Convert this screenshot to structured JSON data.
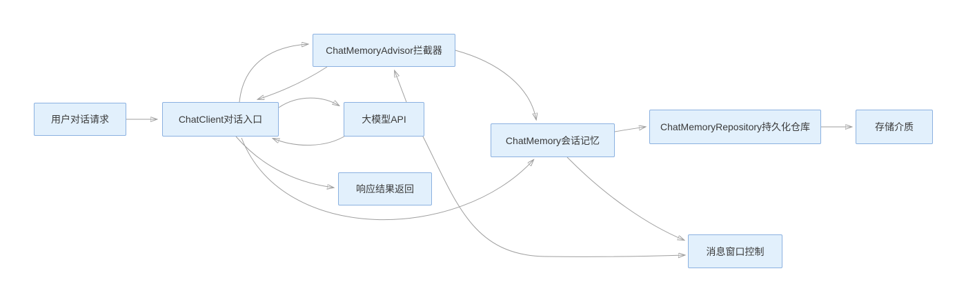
{
  "diagram": {
    "type": "flowchart",
    "background_color": "#ffffff",
    "colors": {
      "node_fill": "#e2f0fc",
      "node_border": "#8ab0e0",
      "edge": "#9e9e9e",
      "text": "#3a3a3a"
    },
    "nodes": [
      {
        "id": "user-request",
        "label": "用户对话请求"
      },
      {
        "id": "chat-client",
        "label": "ChatClient对话入口"
      },
      {
        "id": "chat-memory-advisor",
        "label": "ChatMemoryAdvisor拦截器"
      },
      {
        "id": "llm-api",
        "label": "大模型API"
      },
      {
        "id": "response-return",
        "label": "响应结果返回"
      },
      {
        "id": "chat-memory",
        "label": "ChatMemory会话记忆"
      },
      {
        "id": "chat-memory-repository",
        "label": "ChatMemoryRepository持久化仓库"
      },
      {
        "id": "storage-medium",
        "label": "存储介质"
      },
      {
        "id": "message-window-control",
        "label": "消息窗口控制"
      }
    ],
    "edges": [
      {
        "from": "user-request",
        "to": "chat-client"
      },
      {
        "from": "chat-client",
        "to": "chat-memory-advisor"
      },
      {
        "from": "chat-memory-advisor",
        "to": "chat-client"
      },
      {
        "from": "chat-client",
        "to": "llm-api"
      },
      {
        "from": "llm-api",
        "to": "chat-client"
      },
      {
        "from": "llm-api",
        "to": "chat-memory-advisor"
      },
      {
        "from": "chat-memory-advisor",
        "to": "chat-memory"
      },
      {
        "from": "chat-client",
        "to": "response-return"
      },
      {
        "from": "chat-client",
        "to": "chat-memory"
      },
      {
        "from": "llm-api",
        "to": "message-window-control"
      },
      {
        "from": "chat-memory",
        "to": "message-window-control"
      },
      {
        "from": "chat-memory",
        "to": "chat-memory-repository"
      },
      {
        "from": "chat-memory-repository",
        "to": "storage-medium"
      }
    ]
  }
}
